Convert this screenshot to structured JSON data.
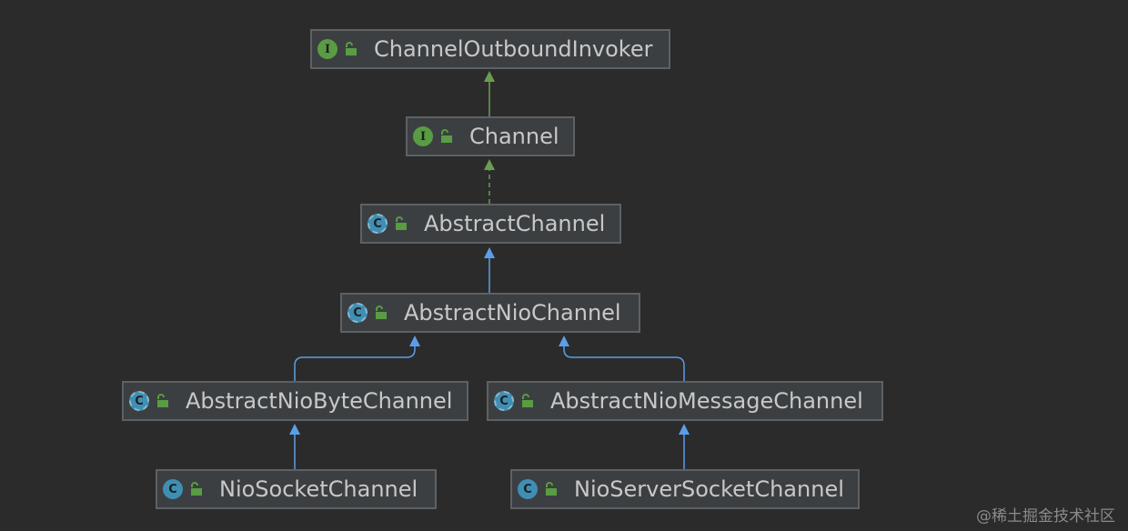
{
  "colors": {
    "background": "#2b2b2b",
    "node_fill": "#3c3f41",
    "node_border": "#5e6163",
    "text": "#c8c8c8",
    "interface_icon": "#599c44",
    "class_icon": "#3f8fb5",
    "implements_arrow": "#6a9e4f",
    "extends_arrow": "#5b9ee8"
  },
  "nodes": [
    {
      "id": "n1",
      "label": "ChannelOutboundInvoker",
      "kind": "interface",
      "icon_glyph": "I"
    },
    {
      "id": "n2",
      "label": "Channel",
      "kind": "interface",
      "icon_glyph": "I"
    },
    {
      "id": "n3",
      "label": "AbstractChannel",
      "kind": "abstract-class",
      "icon_glyph": "C"
    },
    {
      "id": "n4",
      "label": "AbstractNioChannel",
      "kind": "abstract-class",
      "icon_glyph": "C"
    },
    {
      "id": "n5",
      "label": "AbstractNioByteChannel",
      "kind": "abstract-class",
      "icon_glyph": "C"
    },
    {
      "id": "n6",
      "label": "AbstractNioMessageChannel",
      "kind": "abstract-class",
      "icon_glyph": "C"
    },
    {
      "id": "n7",
      "label": "NioSocketChannel",
      "kind": "class",
      "icon_glyph": "C"
    },
    {
      "id": "n8",
      "label": "NioServerSocketChannel",
      "kind": "class",
      "icon_glyph": "C"
    }
  ],
  "edges": [
    {
      "from": "n2",
      "to": "n1",
      "type": "extends-interface"
    },
    {
      "from": "n3",
      "to": "n2",
      "type": "implements"
    },
    {
      "from": "n4",
      "to": "n3",
      "type": "extends"
    },
    {
      "from": "n5",
      "to": "n4",
      "type": "extends"
    },
    {
      "from": "n6",
      "to": "n4",
      "type": "extends"
    },
    {
      "from": "n7",
      "to": "n5",
      "type": "extends"
    },
    {
      "from": "n8",
      "to": "n6",
      "type": "extends"
    }
  ],
  "watermark": "@稀土掘金技术社区"
}
